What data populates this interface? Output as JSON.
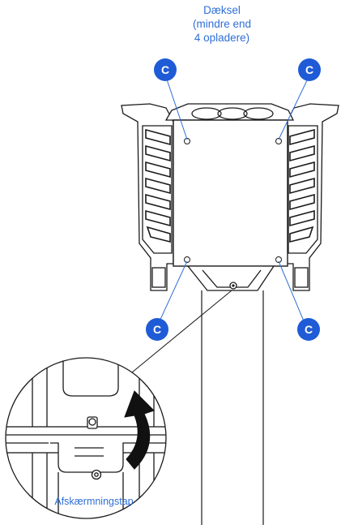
{
  "cover_label": {
    "line1": "Dæksel",
    "line2": "(mindre end",
    "line3": "4 opladere)"
  },
  "screw_marker_letter": "C",
  "detail_label": "Afskærmningstap",
  "colors": {
    "accent": "#2f6fd6",
    "marker_fill": "#1f5bd6",
    "line": "#1a1a1a",
    "arrow": "#111111"
  }
}
